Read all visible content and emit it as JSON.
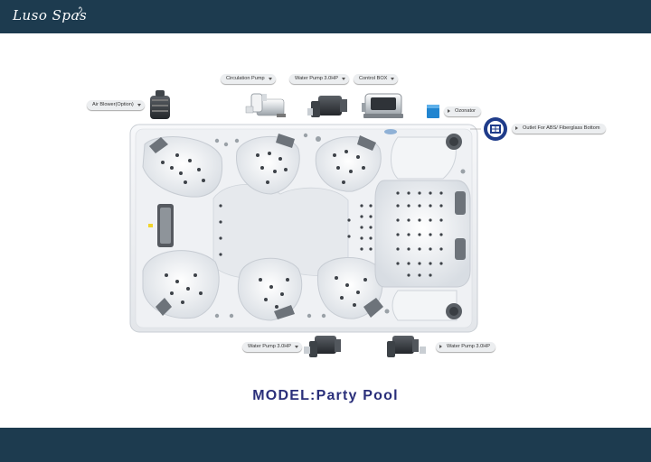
{
  "header": {
    "logo_text": "Luso Spas",
    "bar_color": "#1d3b4f"
  },
  "labels": {
    "air_blower": "Air Blower(Option)",
    "circulation_pump": "Circulation Pump",
    "water_pump_top": "Water Pump 3.0HP",
    "control_box": "Control BOX",
    "ozonator": "Ozonator",
    "outlet": "Outlet For ABS/ Fiberglass Bottom",
    "water_pump_bottom_left": "Water Pump 3.0HP",
    "water_pump_bottom_right": "Water Pump 3.0HP"
  },
  "model": {
    "title": "MODEL:Party Pool",
    "title_color": "#2a2f7a"
  },
  "icons": [
    "air-blower-icon",
    "circulation-pump-icon",
    "water-pump-icon",
    "control-box-icon",
    "ozonator-icon",
    "drain-outlet-icon"
  ]
}
